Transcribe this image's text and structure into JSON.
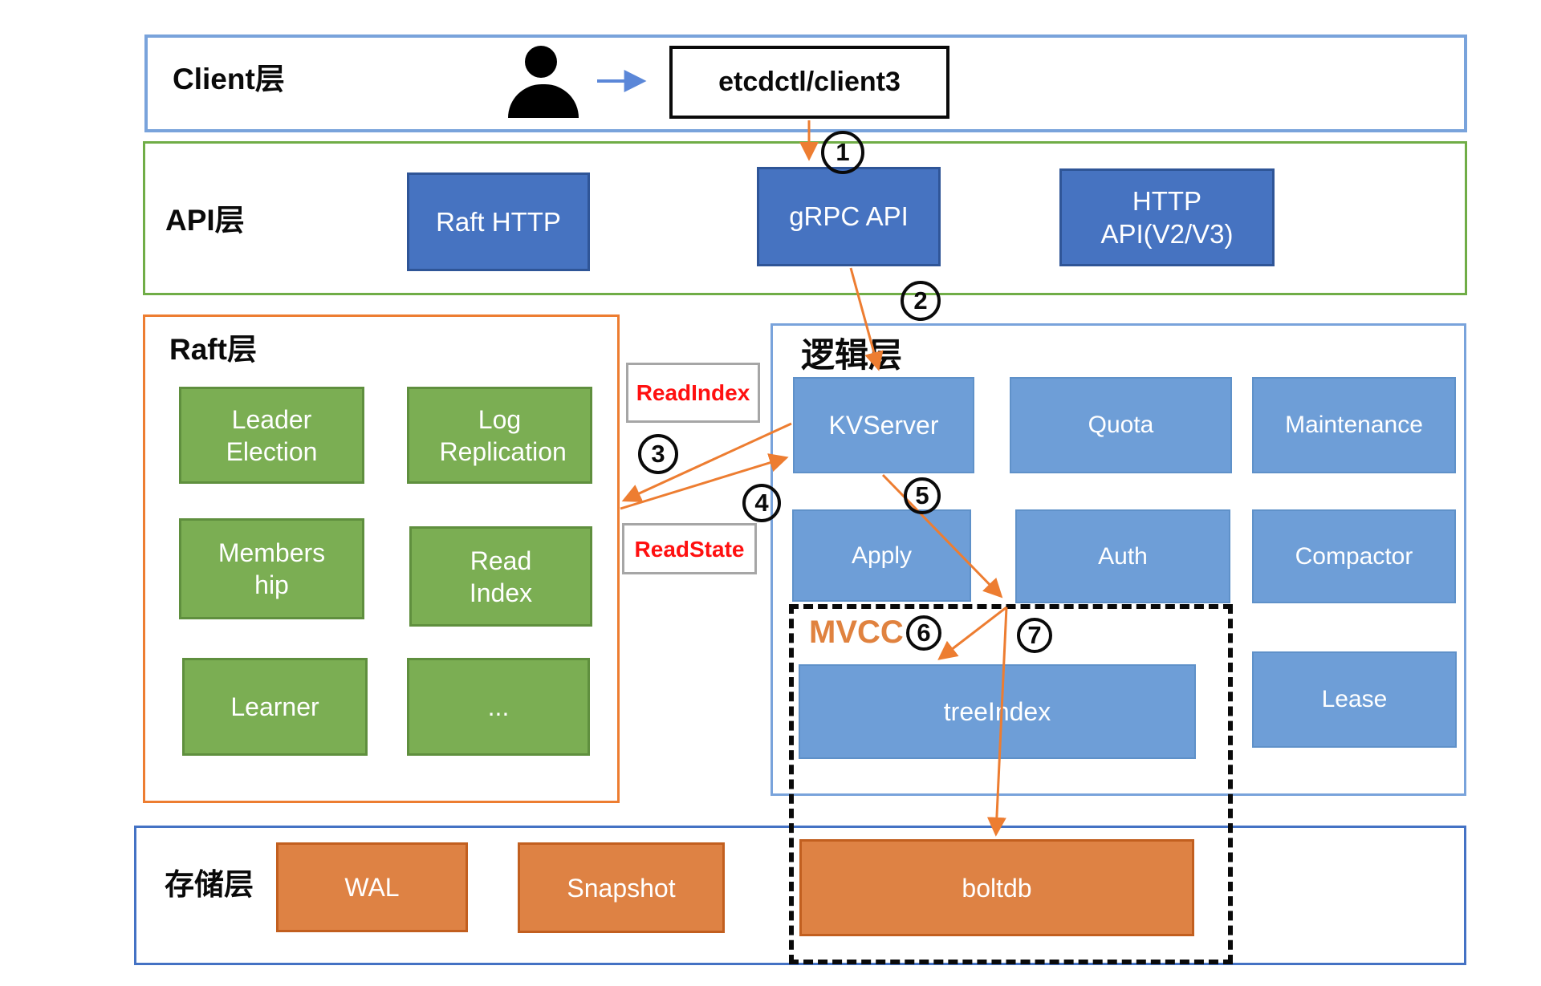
{
  "palette": {
    "arrow_orange": "#ED7D31",
    "arrow_blue": "#5B87D8",
    "api_box_blue": "#4673C1",
    "logic_box_blue": "#6E9ED7",
    "green_box": "#7BAE53",
    "orange_box": "#DE8244",
    "annotation_red": "#FF1010",
    "raft_border_orange": "#ED7D31",
    "api_border_green": "#70AD47",
    "storage_border_blue": "#4472C4",
    "client_border_blue": "#79A3DB"
  },
  "client_layer": {
    "title": "Client层",
    "client_box": "etcdctl/client3"
  },
  "api_layer": {
    "title": "API层",
    "raft_http": "Raft HTTP",
    "grpc_api": "gRPC API",
    "http_api_line1": "HTTP",
    "http_api_line2": "API(V2/V3)"
  },
  "raft_layer": {
    "title": "Raft层",
    "boxes": [
      "Leader Election",
      "Log Replication",
      "Membership",
      "Read Index",
      "Learner",
      "..."
    ]
  },
  "annotations": {
    "read_index": "ReadIndex",
    "read_state": "ReadState"
  },
  "logic_layer": {
    "title": "逻辑层",
    "boxes": [
      "KVServer",
      "Quota",
      "Maintenance",
      "Apply",
      "Auth",
      "Compactor"
    ],
    "tree_index": "treeIndex",
    "lease": "Lease"
  },
  "mvcc": {
    "label": "MVCC"
  },
  "storage_layer": {
    "title": "存储层",
    "wal": "WAL",
    "snapshot": "Snapshot",
    "boltdb": "boltdb"
  },
  "steps": [
    "1",
    "2",
    "3",
    "4",
    "5",
    "6",
    "7"
  ]
}
